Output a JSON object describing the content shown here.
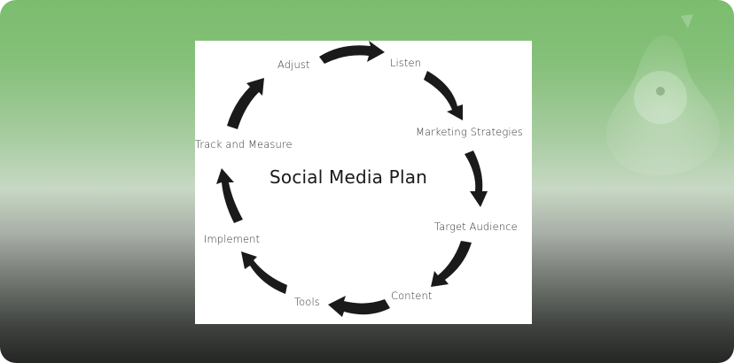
{
  "diagram": {
    "title": "Social Media Plan",
    "steps": [
      {
        "label": "Listen"
      },
      {
        "label": "Marketing Strategies"
      },
      {
        "label": "Target Audience"
      },
      {
        "label": "Content"
      },
      {
        "label": "Tools"
      },
      {
        "label": "Implement"
      },
      {
        "label": "Track and Measure"
      },
      {
        "label": "Adjust"
      }
    ]
  },
  "colors": {
    "background_top": "#7bbd6e",
    "background_bottom": "#242624",
    "arrow": "#1a1a1a",
    "card": "#ffffff"
  }
}
